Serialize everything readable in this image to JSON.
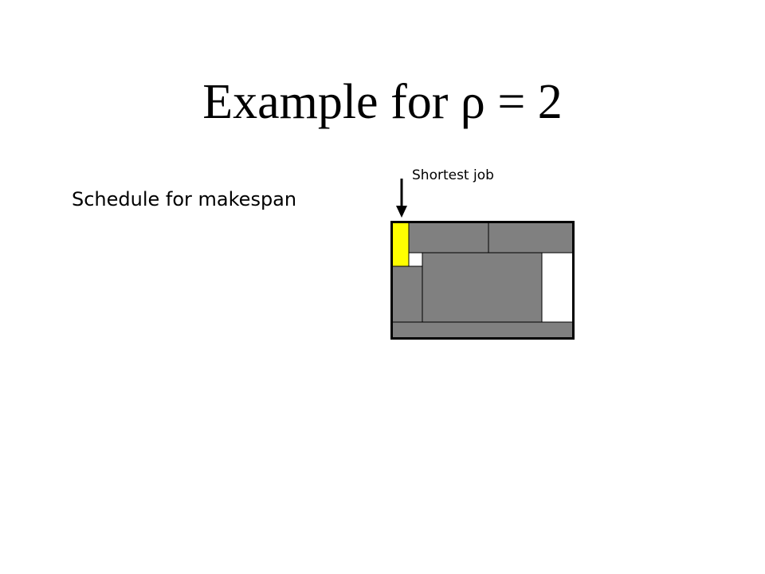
{
  "slide": {
    "title_prefix": "Example for ",
    "title_symbol": "ρ",
    "title_suffix": " = 2",
    "subtitle": "Schedule for makespan"
  },
  "diagram": {
    "annotation": "Shortest job",
    "colors": {
      "job_fill": "#808080",
      "highlight_fill": "#ffff00",
      "idle_fill": "#ffffff",
      "border": "#000000"
    }
  }
}
